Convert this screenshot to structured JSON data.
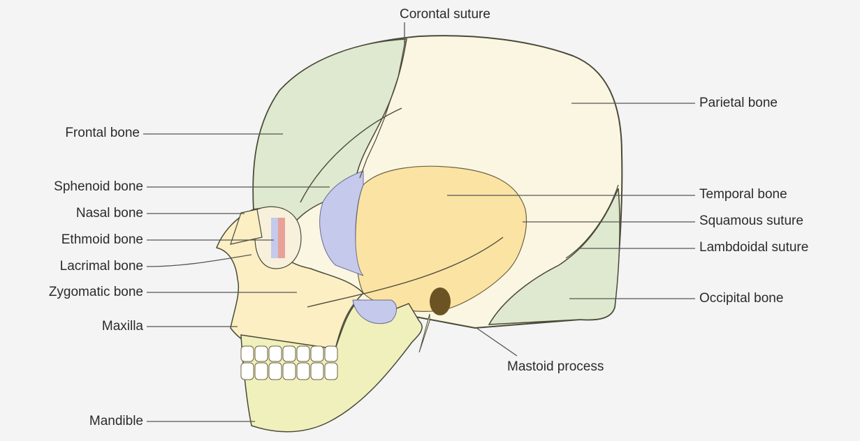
{
  "labels": {
    "coronal_suture": "Corontal suture",
    "frontal_bone": "Frontal bone",
    "sphenoid_bone": "Sphenoid bone",
    "nasal_bone": "Nasal bone",
    "ethmoid_bone": "Ethmoid bone",
    "lacrimal_bone": "Lacrimal bone",
    "zygomatic_bone": "Zygomatic bone",
    "maxilla": "Maxilla",
    "mandible": "Mandible",
    "parietal_bone": "Parietal bone",
    "temporal_bone": "Temporal bone",
    "squamous_suture": "Squamous suture",
    "lambdoidal_suture": "Lambdoidal suture",
    "occipital_bone": "Occipital bone",
    "mastoid_process": "Mastoid process"
  },
  "colors": {
    "frontal": "#dfe9cf",
    "parietal": "#fbf6e2",
    "temporal": "#fbe3a3",
    "sphenoid": "#c5c9ec",
    "occipital": "#dfe9cf",
    "mandible": "#eff0bb",
    "maxilla": "#fbefc3",
    "lacrimal": "#e8a098",
    "outline": "#4a4a3a",
    "leader": "#555555"
  }
}
